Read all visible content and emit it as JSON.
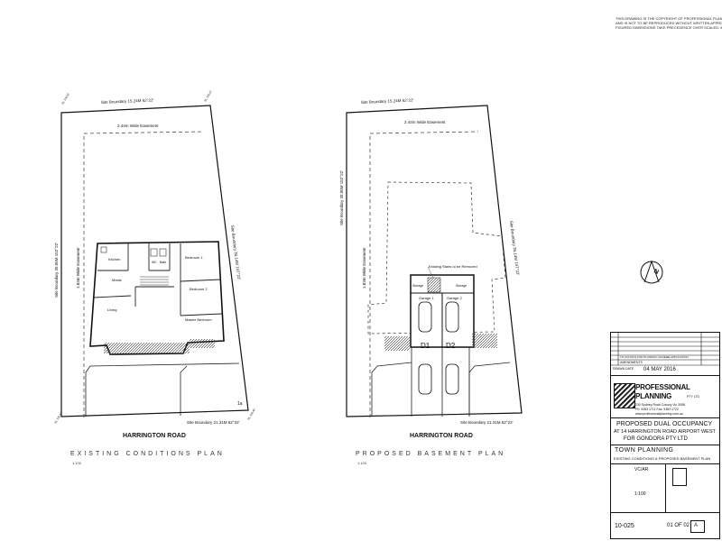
{
  "copyright": [
    "THIS DRAWING IS THE COPYRIGHT OF PROFESSIONAL PLANNING PTY LTD",
    "AND IS NOT TO BE REPRODUCED WITHOUT WRITTEN APPROVAL",
    "FIGURED DIMENSIONS TAKE PRECEDENCE OVER SCALED. IF IN DOUBT ASK"
  ],
  "plans": {
    "existing": {
      "title": "EXISTING CONDITIONS PLAN",
      "scale": "1:100",
      "road": "HARRINGTON ROAD",
      "boundary_top": "Site Boundary 15.24M 62°22'",
      "boundary_bottom": "Site Boundary 21.31M 62°22'",
      "boundary_left": "Site Boundary 35.05M 152°22'",
      "boundary_right": "Site Boundary 35.14M 147°22'",
      "easement_top": "2.44m Wide Easement",
      "easement_left": "1.83m Wide Easement",
      "rooms": [
        "Kitchen",
        "Meals",
        "Living",
        "Bedroom 1",
        "Bedroom 2",
        "Master Bedroom",
        "WC",
        "Bath"
      ],
      "corner_mark": "1a"
    },
    "proposed": {
      "title": "PROPOSED BASEMENT PLAN",
      "scale": "1:100",
      "road": "HARRINGTON ROAD",
      "boundary_top": "Site Boundary 15.24M 62°22'",
      "boundary_bottom": "Site Boundary 21.31M 62°22'",
      "boundary_left": "Site Boundary 35.05M 152°22'",
      "boundary_right": "Site Boundary 35.14M 147°22'",
      "easement_top": "2.44m Wide Easement",
      "easement_left": "1.83m Wide Easement",
      "stairs_note": "Existing Stairs to be Removed",
      "garage_1": "Garage 1",
      "garage_2": "Garage 2",
      "storage": "Storage",
      "driveway_1": "D1",
      "driveway_2": "D2"
    }
  },
  "north_label": "N",
  "title_block": {
    "rev_a": "TO COUNCIL FOR PLANNING SCHEME APPLICATION",
    "amendments": "AMENDMENTS",
    "date_label": "DRAWN DATE",
    "date": "04 MAY 2016",
    "firm_line1": "PROFESSIONAL",
    "firm_line2": "PLANNING",
    "firm_suffix": "PTY LTD",
    "firm_address": "230 Sydney Road Coburg Vic 3058",
    "firm_phone": "Ph: 9383 1711  Fax: 9383 1722",
    "firm_web": "www.professionalplanning.com.au",
    "project": "PROPOSED DUAL OCCUPANCY",
    "address": "AT 14 HARRINGTON ROAD AIRPORT WEST",
    "client": "FOR GONDORA PTY LTD",
    "discipline": "TOWN PLANNING",
    "sheet_desc": "EXISTING CONDITIONS & PROPOSED BASEMENT PLAN",
    "drawn_by": "VC/AR",
    "scale": "1:100",
    "job_no": "10-025",
    "sheet": "01 OF 02",
    "revision": "A"
  }
}
